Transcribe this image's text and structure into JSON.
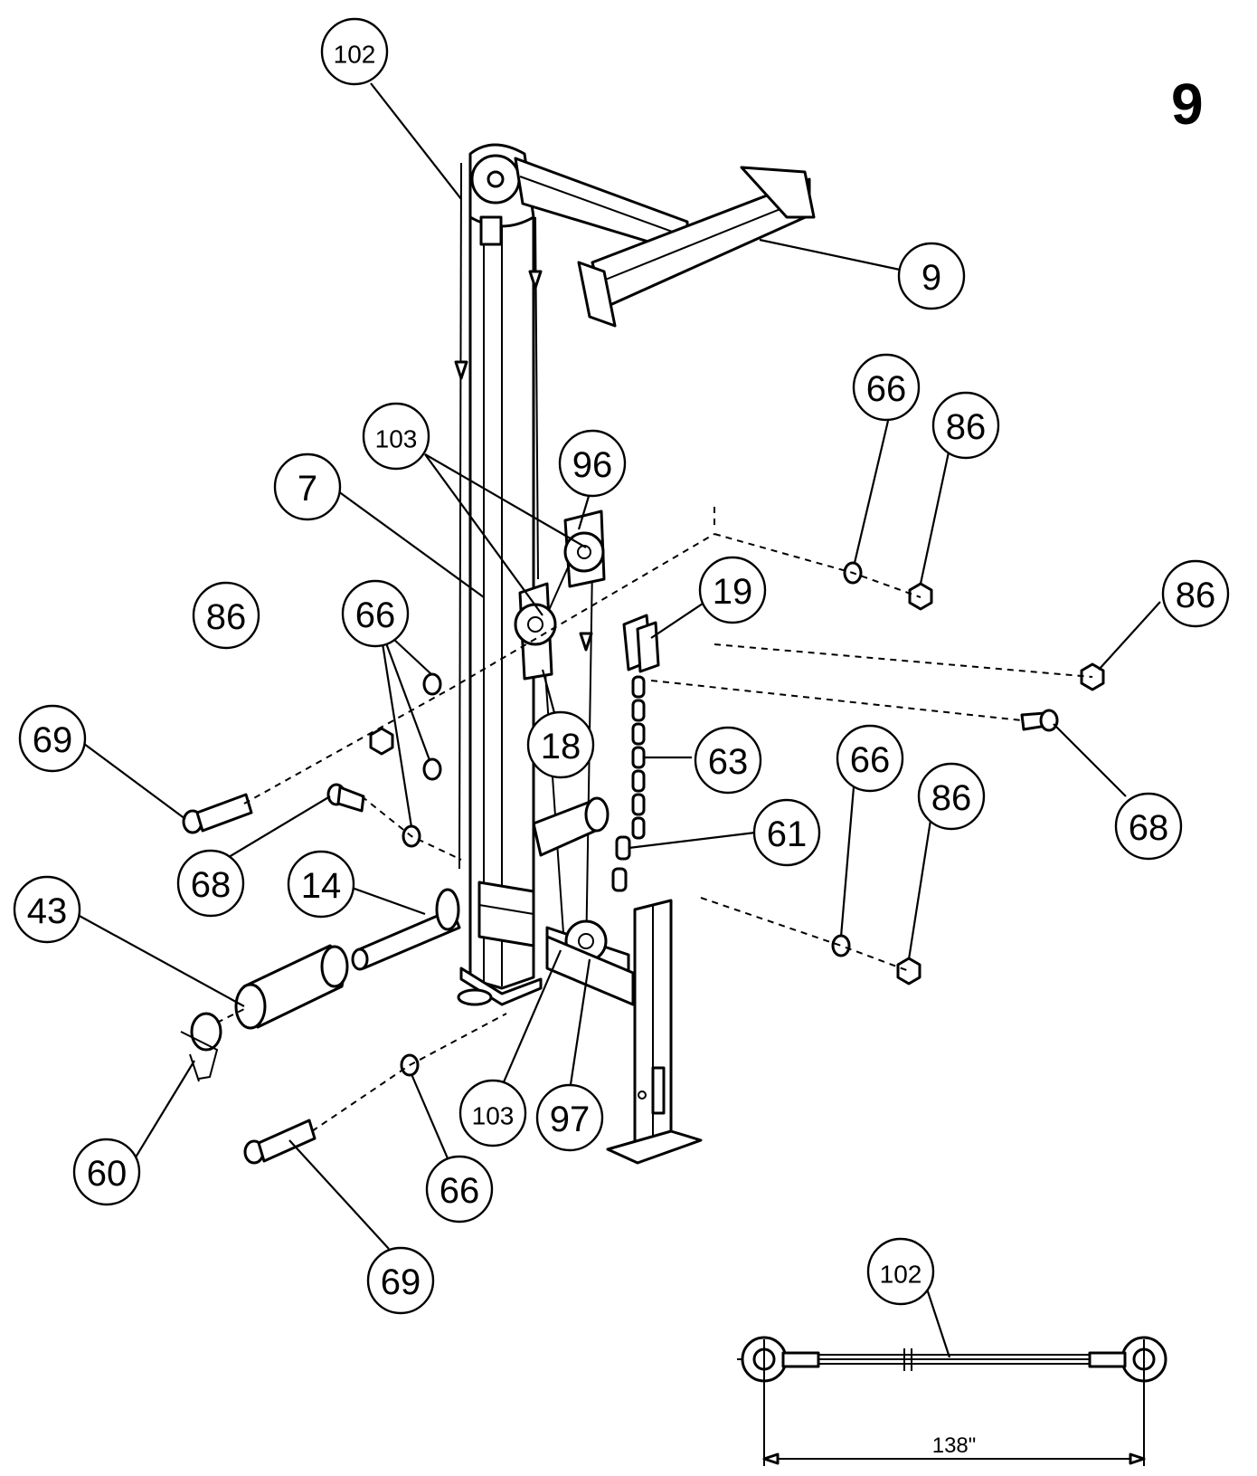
{
  "step_number": "9",
  "callouts": [
    {
      "id": "c102a",
      "label": "102"
    },
    {
      "id": "c9",
      "label": "9"
    },
    {
      "id": "c66a",
      "label": "66"
    },
    {
      "id": "c86a",
      "label": "86"
    },
    {
      "id": "c103a",
      "label": "103"
    },
    {
      "id": "c96",
      "label": "96"
    },
    {
      "id": "c7",
      "label": "7"
    },
    {
      "id": "c19",
      "label": "19"
    },
    {
      "id": "c86b",
      "label": "86"
    },
    {
      "id": "c86c",
      "label": "86"
    },
    {
      "id": "c66b",
      "label": "66"
    },
    {
      "id": "c18",
      "label": "18"
    },
    {
      "id": "c63",
      "label": "63"
    },
    {
      "id": "c69a",
      "label": "69"
    },
    {
      "id": "c66c",
      "label": "66"
    },
    {
      "id": "c86d",
      "label": "86"
    },
    {
      "id": "c68a",
      "label": "68"
    },
    {
      "id": "c61",
      "label": "61"
    },
    {
      "id": "c68b",
      "label": "68"
    },
    {
      "id": "c14",
      "label": "14"
    },
    {
      "id": "c43",
      "label": "43"
    },
    {
      "id": "c103b",
      "label": "103"
    },
    {
      "id": "c97",
      "label": "97"
    },
    {
      "id": "c60",
      "label": "60"
    },
    {
      "id": "c66d",
      "label": "66"
    },
    {
      "id": "c69b",
      "label": "69"
    },
    {
      "id": "c102b",
      "label": "102"
    }
  ],
  "cable_length": "138\""
}
